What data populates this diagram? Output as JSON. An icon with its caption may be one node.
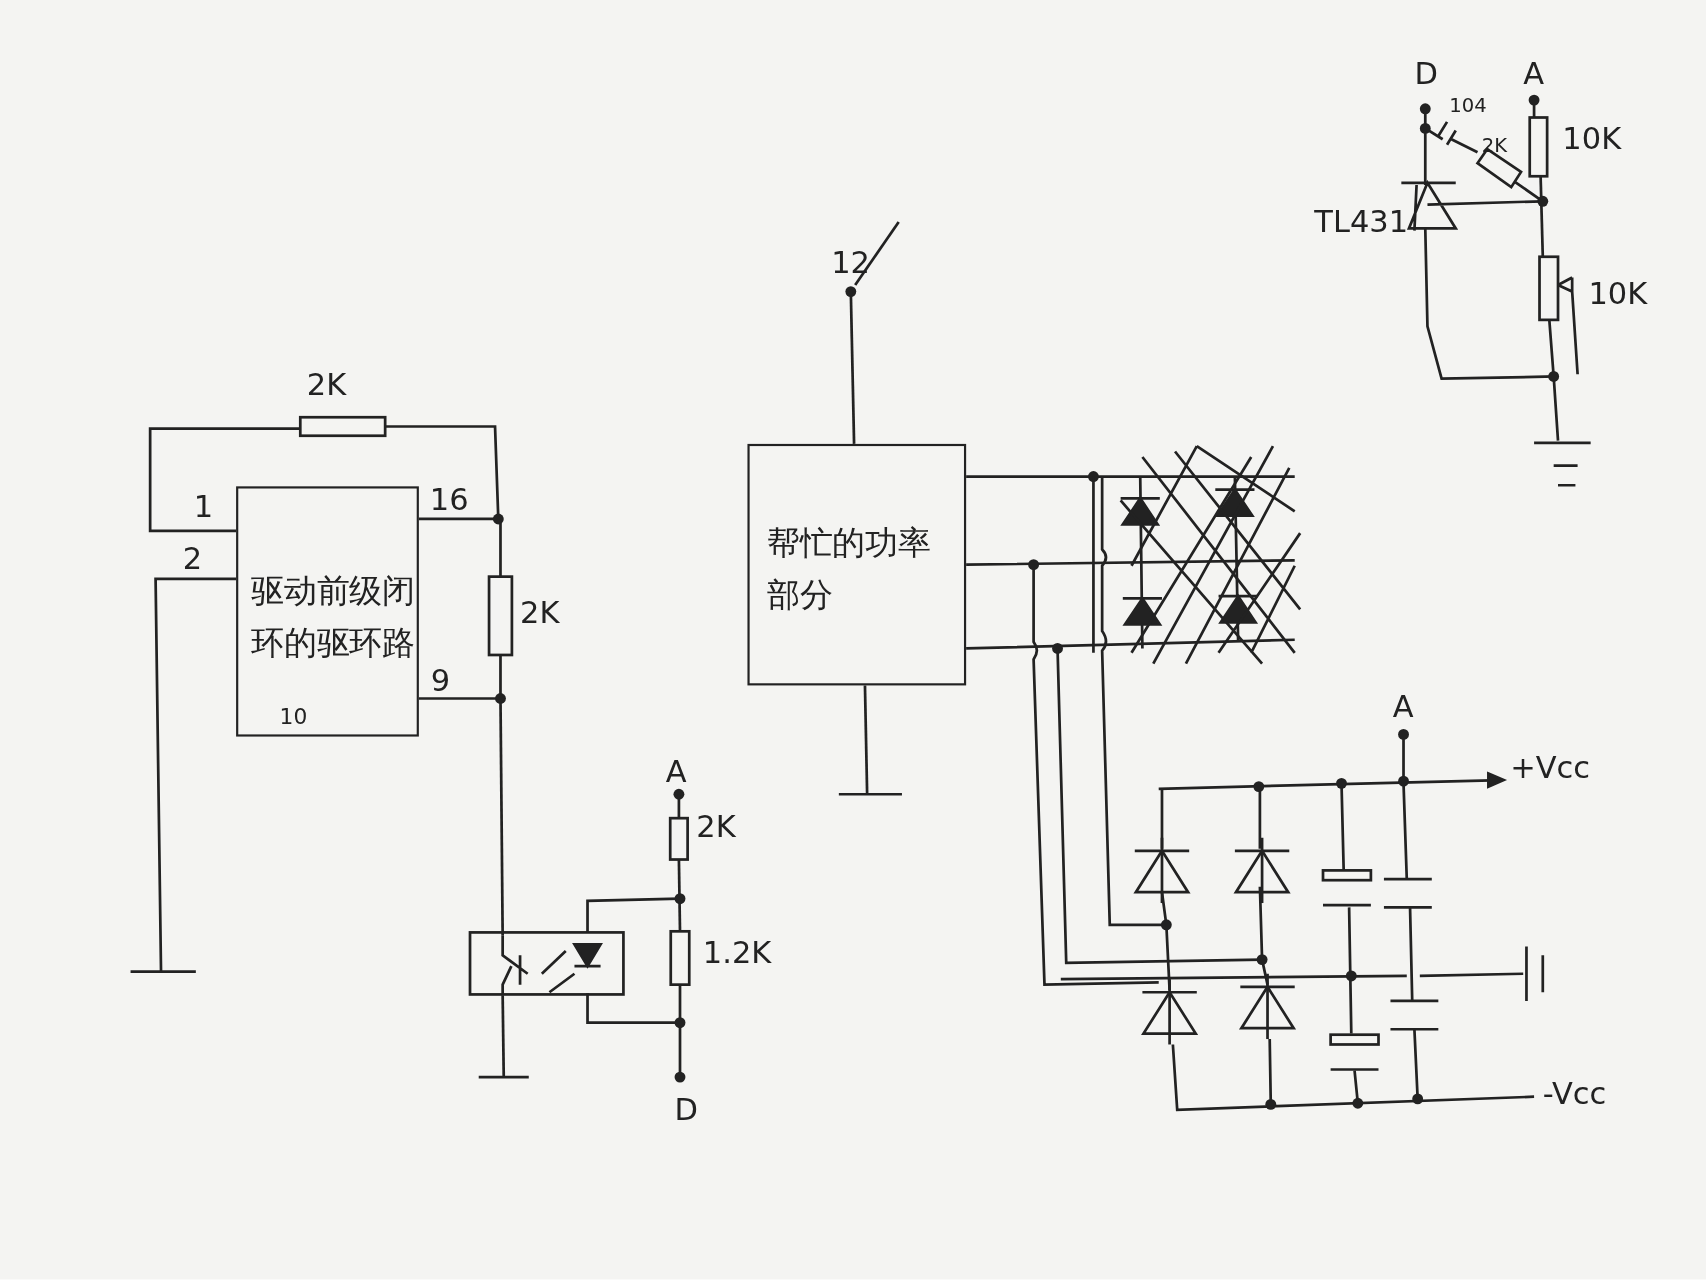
{
  "diagram": {
    "nodes": [
      {
        "text": [
          "驱动前级闭环的驱环路",
          "10"
        ],
        "beside": [
          "1",
          "16",
          "2",
          "9"
        ]
      },
      {
        "text": [
          "帮忙的功率部分"
        ]
      }
    ],
    "labels": [
      "D",
      "A",
      "104",
      "2K",
      "10K",
      "TL431",
      "10K",
      "12",
      "2K",
      "2K",
      "A",
      "+Vcc",
      "A",
      "2K",
      "1.2K",
      "D",
      "-Vcc"
    ]
  }
}
